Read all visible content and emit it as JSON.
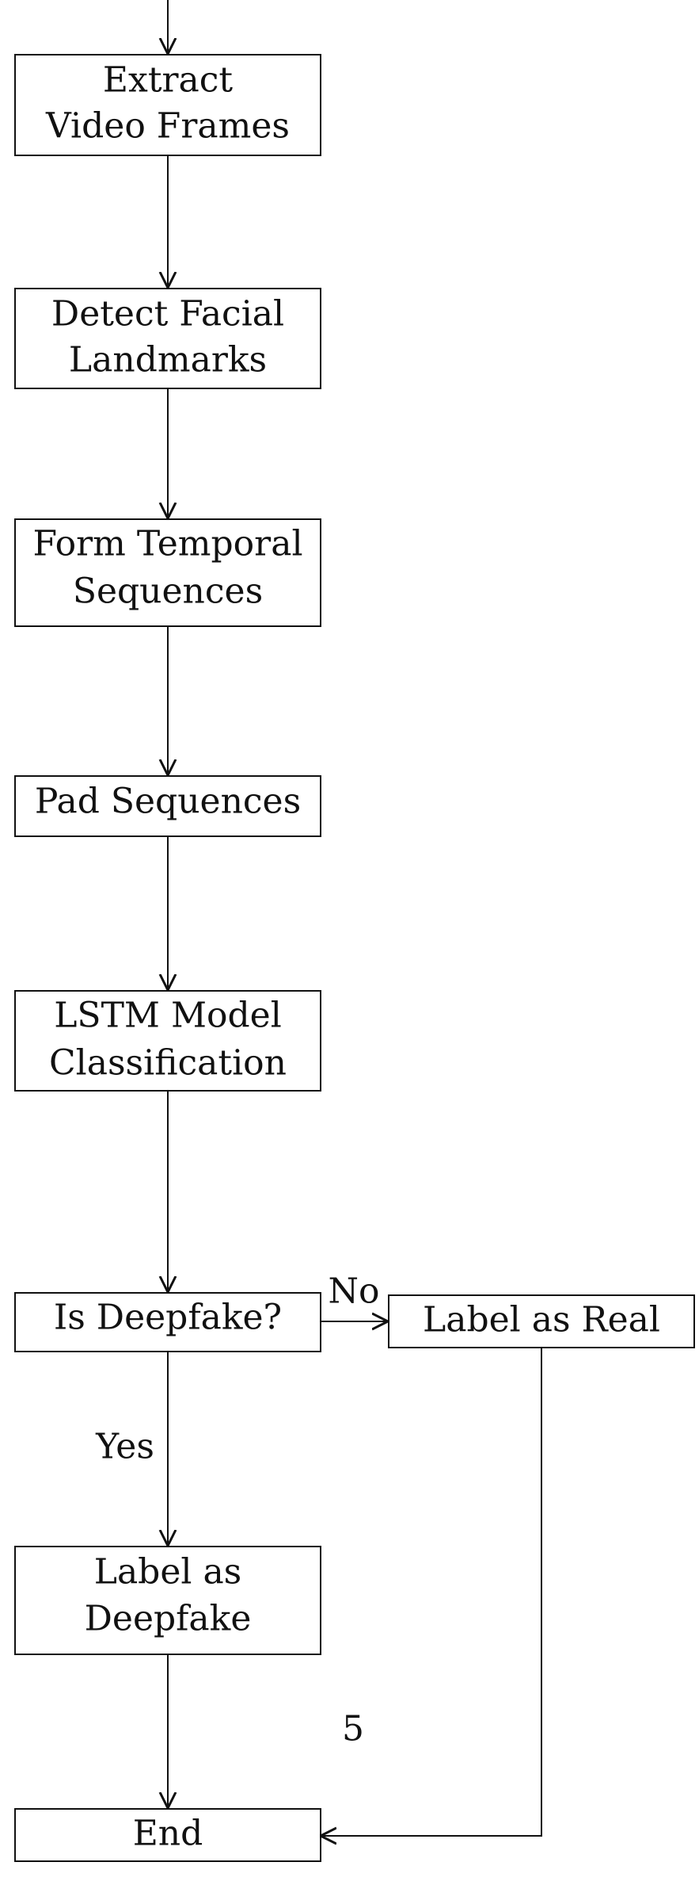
{
  "diagram": {
    "nodes": {
      "extract": {
        "line1": "Extract",
        "line2": "Video Frames"
      },
      "detect": {
        "line1": "Detect Facial",
        "line2": "Landmarks"
      },
      "form": {
        "line1": "Form Temporal",
        "line2": "Sequences"
      },
      "pad": {
        "line1": "Pad Sequences"
      },
      "lstm": {
        "line1": "LSTM Model",
        "line2": "Classification"
      },
      "decision": {
        "line1": "Is Deepfake?"
      },
      "real": {
        "line1": "Label as Real"
      },
      "fake": {
        "line1": "Label as",
        "line2": "Deepfake"
      },
      "end": {
        "line1": "End"
      }
    },
    "edges": {
      "no_label": "No",
      "yes_label": "Yes"
    },
    "page_number": "5",
    "colors": {
      "stroke": "#111111",
      "background": "#ffffff"
    }
  }
}
